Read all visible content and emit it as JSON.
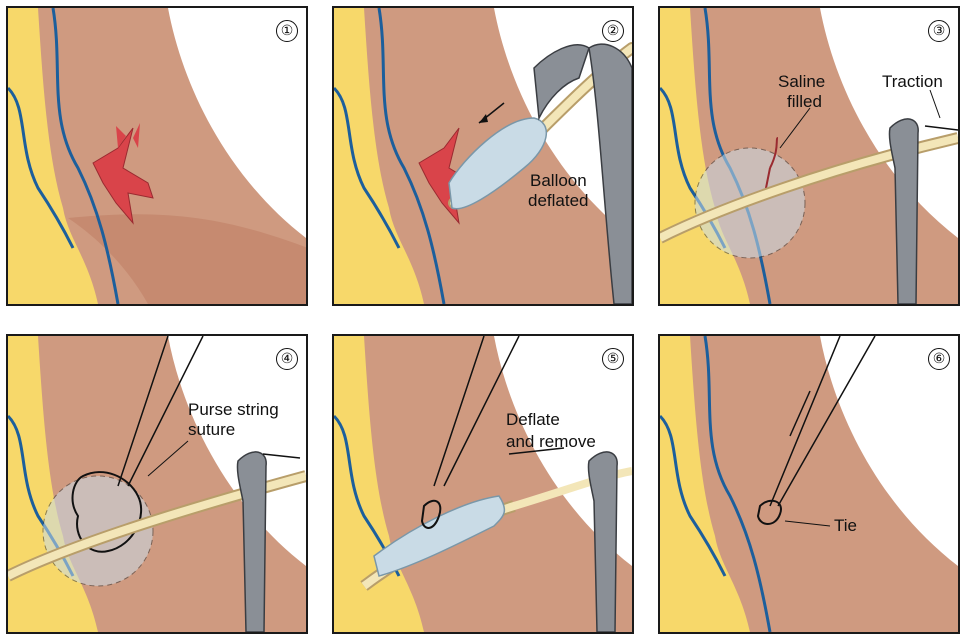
{
  "panels": [
    {
      "number": "①",
      "labels": []
    },
    {
      "number": "②",
      "labels": [
        "Balloon",
        "deflated"
      ]
    },
    {
      "number": "③",
      "labels": [
        "Saline",
        "filled",
        "Traction"
      ]
    },
    {
      "number": "④",
      "labels": [
        "Purse string",
        "suture"
      ]
    },
    {
      "number": "⑤",
      "labels": [
        "Deflate",
        "and remove"
      ]
    },
    {
      "number": "⑥",
      "labels": [
        "Tie"
      ]
    }
  ],
  "colors": {
    "skin": "#cf9a80",
    "skin_dark": "#b97c62",
    "fat": "#f7d86a",
    "vein": "#1c5f9c",
    "wound": "#d9444a",
    "catheter": "#f3e6b8",
    "balloon": "#c9dbe6",
    "forceps": "#8a8f96"
  }
}
